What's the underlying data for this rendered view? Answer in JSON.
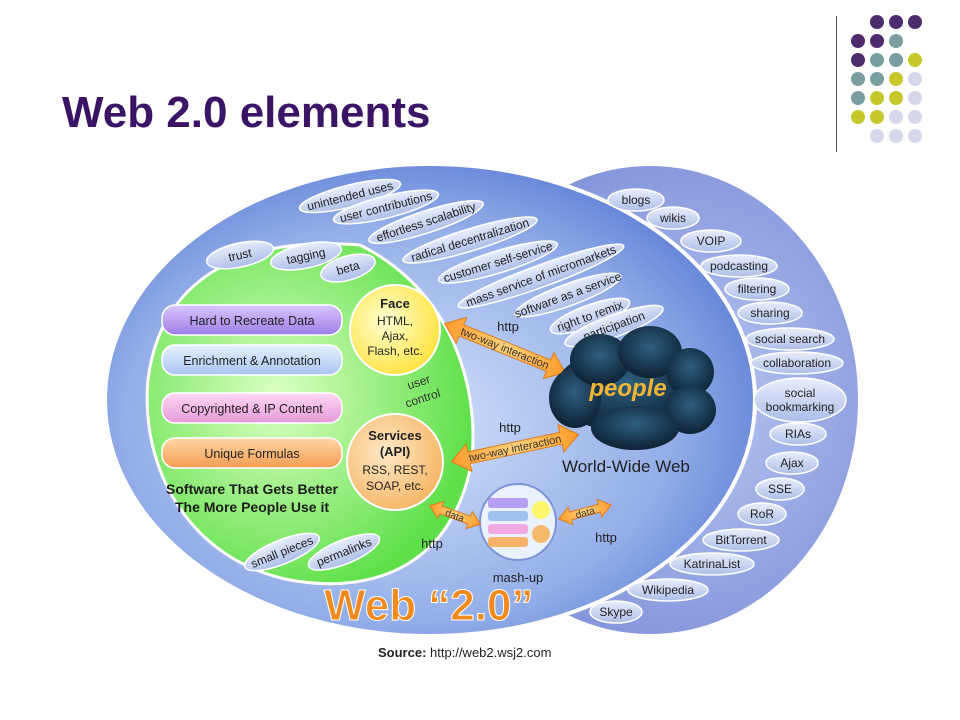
{
  "slide": {
    "title": "Web 2.0 elements"
  },
  "accent_colors": {
    "purple": "#4e2a6e",
    "teal": "#7a9e9f",
    "olive": "#c7c72a",
    "lavender": "#d6d6ea"
  },
  "diagram": {
    "outer_pills": [
      "blogs",
      "wikis",
      "VOIP",
      "podcasting",
      "filtering",
      "sharing",
      "social search",
      "collaboration",
      "social bookmarking",
      "RIAs",
      "Ajax",
      "SSE",
      "RoR",
      "BitTorrent",
      "KatrinaList",
      "Wikipedia",
      "Skype"
    ],
    "top_pills": [
      "unintended uses",
      "user contributions",
      "effortless scalability",
      "radical decentralization",
      "customer self-service",
      "mass service of micromarkets",
      "software as a service",
      "right to remix",
      "participation",
      "trust",
      "tagging",
      "beta"
    ],
    "core_boxes": [
      "Hard to Recreate Data",
      "Enrichment & Annotation",
      "Copyrighted & IP Content",
      "Unique Formulas"
    ],
    "core_caption": [
      "Software That Gets Better",
      "The More People Use it"
    ],
    "face": {
      "title": "Face",
      "lines": [
        "HTML,",
        "Ajax,",
        "Flash, etc."
      ]
    },
    "services": {
      "title_lines": [
        "Services",
        "(API)"
      ],
      "lines": [
        "RSS, REST,",
        "SOAP, etc."
      ]
    },
    "user_control": [
      "user",
      "control"
    ],
    "arrow_label": "two-way interaction",
    "http_label": "http",
    "data_label": "data",
    "people": "people",
    "www": "World-Wide Web",
    "mashup": "mash-up",
    "bottom_pills": [
      "small pieces",
      "permalinks"
    ],
    "brand": "Web “2.0”"
  },
  "source": {
    "label": "Source:",
    "url": "http://web2.wsj2.com"
  }
}
